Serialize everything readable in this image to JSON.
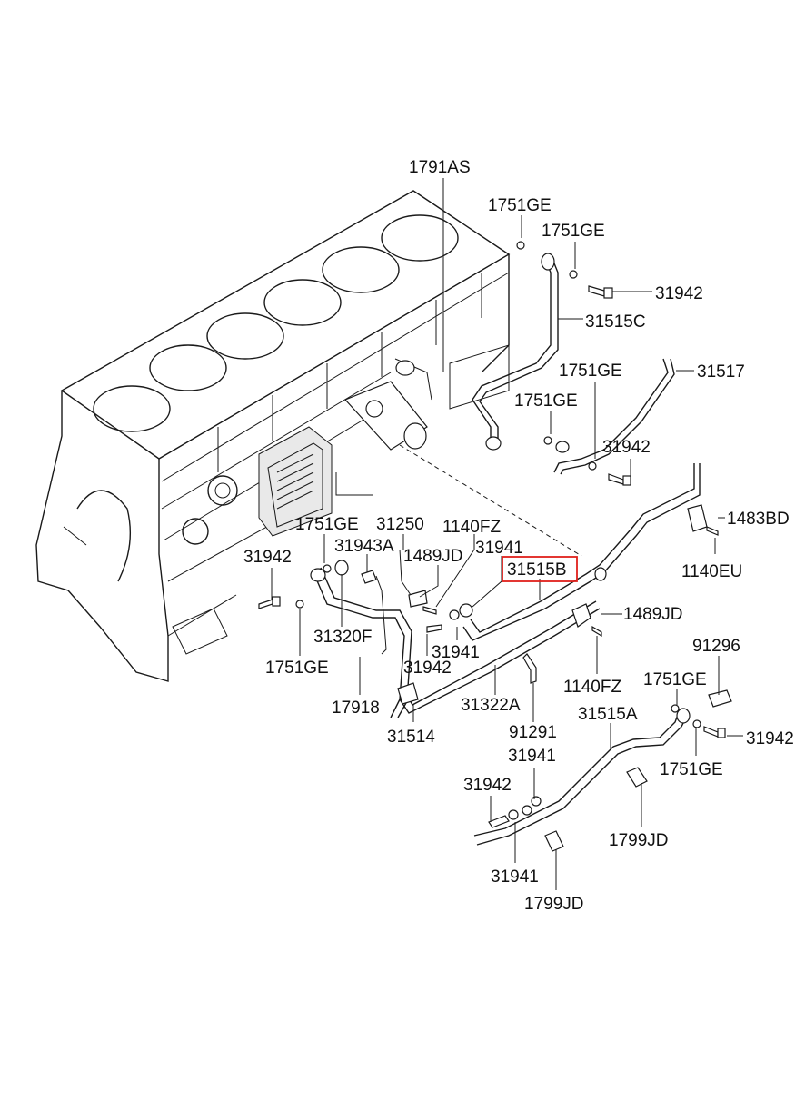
{
  "labels": [
    {
      "id": "p1791AS",
      "text": "1791AS"
    },
    {
      "id": "p1751GE_a",
      "text": "1751GE"
    },
    {
      "id": "p1751GE_b",
      "text": "1751GE"
    },
    {
      "id": "p31942_a",
      "text": "31942"
    },
    {
      "id": "p31515C",
      "text": "31515C"
    },
    {
      "id": "p1751GE_c",
      "text": "1751GE"
    },
    {
      "id": "p31517",
      "text": "31517"
    },
    {
      "id": "p1751GE_d",
      "text": "1751GE"
    },
    {
      "id": "p31942_b",
      "text": "31942"
    },
    {
      "id": "p1483BD",
      "text": "1483BD"
    },
    {
      "id": "p1140EU",
      "text": "1140EU"
    },
    {
      "id": "p1751GE_e",
      "text": "1751GE"
    },
    {
      "id": "p31250",
      "text": "31250"
    },
    {
      "id": "p1140FZ_a",
      "text": "1140FZ"
    },
    {
      "id": "p31943A",
      "text": "31943A"
    },
    {
      "id": "p1489JD_a",
      "text": "1489JD"
    },
    {
      "id": "p31941_a",
      "text": "31941"
    },
    {
      "id": "p31942_c",
      "text": "31942"
    },
    {
      "id": "p31515B",
      "text": "31515B",
      "highlight": true
    },
    {
      "id": "p1489JD_b",
      "text": "1489JD"
    },
    {
      "id": "p31320F",
      "text": "31320F"
    },
    {
      "id": "p31941_b",
      "text": "31941"
    },
    {
      "id": "p1751GE_f",
      "text": "1751GE"
    },
    {
      "id": "p31942_d",
      "text": "31942"
    },
    {
      "id": "p1140FZ_b",
      "text": "1140FZ"
    },
    {
      "id": "p91296",
      "text": "91296"
    },
    {
      "id": "p1751GE_g",
      "text": "1751GE"
    },
    {
      "id": "p17918",
      "text": "17918"
    },
    {
      "id": "p31514",
      "text": "31514"
    },
    {
      "id": "p31322A",
      "text": "31322A"
    },
    {
      "id": "p91291",
      "text": "91291"
    },
    {
      "id": "p31515A",
      "text": "31515A"
    },
    {
      "id": "p31942_e",
      "text": "31942"
    },
    {
      "id": "p1751GE_h",
      "text": "1751GE"
    },
    {
      "id": "p31941_c",
      "text": "31941"
    },
    {
      "id": "p31942_f",
      "text": "31942"
    },
    {
      "id": "p1799JD_a",
      "text": "1799JD"
    },
    {
      "id": "p31941_d",
      "text": "31941"
    },
    {
      "id": "p1799JD_b",
      "text": "1799JD"
    }
  ],
  "colors": {
    "line": "#1a1a1a",
    "highlight": "#e0201b",
    "background": "#ffffff"
  }
}
